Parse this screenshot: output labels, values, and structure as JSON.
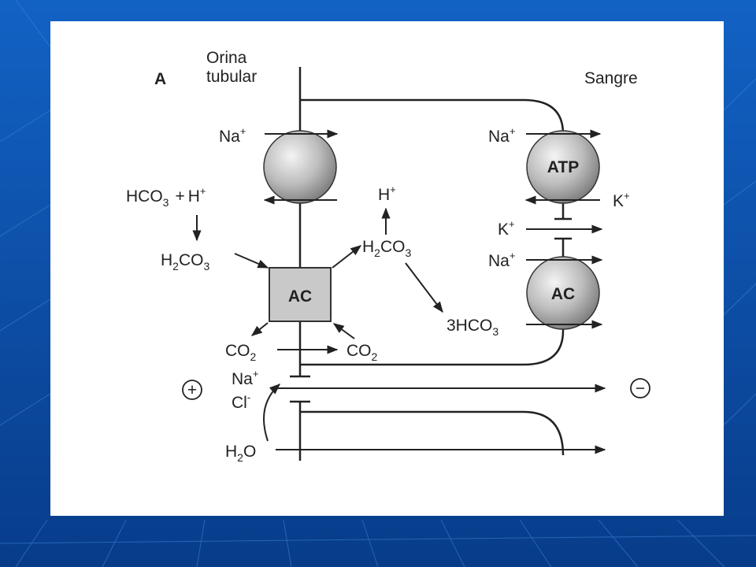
{
  "panel_label": "A",
  "lumen_label_line1": "Orina",
  "lumen_label_line2": "tubular",
  "blood_label": "Sangre",
  "ions": {
    "na": "Na",
    "k": "K",
    "h": "H",
    "cl": "Cl",
    "plus": "+",
    "minus": "-",
    "hco3_prefix": "HCO",
    "three_hco3_prefix": "3HCO",
    "h2co3_h": "H",
    "h2co3_co": "CO",
    "co2_prefix": "CO",
    "h2o_h": "H",
    "h2o_o": "O",
    "sub2": "2",
    "sub3": "3"
  },
  "plus_sign": "+",
  "ac_label": "AC",
  "atp_label": "ATP",
  "positive_symbol": "+",
  "negative_symbol": "−",
  "colors": {
    "background": "#0b4ea8",
    "slide": "#ffffff",
    "line": "#222222",
    "ac_box": "#c9c9c9"
  }
}
